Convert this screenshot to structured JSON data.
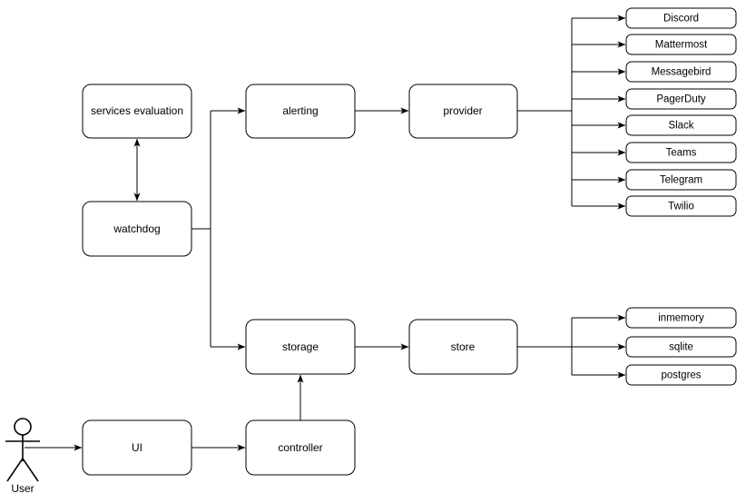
{
  "diagram": {
    "title": "architecture flow diagram",
    "background_color": "#ffffff",
    "stroke_color": "#000000",
    "text_color": "#000000",
    "actor": {
      "name": "user-actor",
      "label": "User"
    },
    "nodes": {
      "services_evaluation": "services evaluation",
      "watchdog": "watchdog",
      "alerting": "alerting",
      "provider": "provider",
      "storage": "storage",
      "store": "store",
      "ui": "UI",
      "controller": "controller"
    },
    "provider_targets": [
      "Discord",
      "Mattermost",
      "Messagebird",
      "PagerDuty",
      "Slack",
      "Teams",
      "Telegram",
      "Twilio"
    ],
    "store_targets": [
      "inmemory",
      "sqlite",
      "postgres"
    ],
    "edges": [
      {
        "from": "User",
        "to": "UI",
        "type": "arrow"
      },
      {
        "from": "UI",
        "to": "controller",
        "type": "arrow"
      },
      {
        "from": "controller",
        "to": "storage",
        "type": "arrow"
      },
      {
        "from": "watchdog",
        "to": "services evaluation",
        "type": "double-arrow"
      },
      {
        "from": "watchdog",
        "to": "alerting",
        "type": "arrow"
      },
      {
        "from": "watchdog",
        "to": "storage",
        "type": "arrow"
      },
      {
        "from": "alerting",
        "to": "provider",
        "type": "arrow"
      },
      {
        "from": "storage",
        "to": "store",
        "type": "arrow"
      },
      {
        "from": "provider",
        "to": "Discord",
        "type": "arrow"
      },
      {
        "from": "provider",
        "to": "Mattermost",
        "type": "arrow"
      },
      {
        "from": "provider",
        "to": "Messagebird",
        "type": "arrow"
      },
      {
        "from": "provider",
        "to": "PagerDuty",
        "type": "arrow"
      },
      {
        "from": "provider",
        "to": "Slack",
        "type": "arrow"
      },
      {
        "from": "provider",
        "to": "Teams",
        "type": "arrow"
      },
      {
        "from": "provider",
        "to": "Telegram",
        "type": "arrow"
      },
      {
        "from": "provider",
        "to": "Twilio",
        "type": "arrow"
      },
      {
        "from": "store",
        "to": "inmemory",
        "type": "arrow"
      },
      {
        "from": "store",
        "to": "sqlite",
        "type": "arrow"
      },
      {
        "from": "store",
        "to": "postgres",
        "type": "arrow"
      }
    ]
  }
}
